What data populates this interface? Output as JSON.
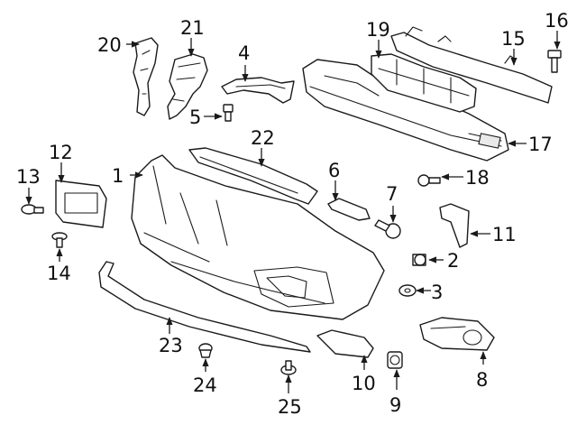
{
  "callouts": [
    {
      "id": "1",
      "label": "1"
    },
    {
      "id": "2",
      "label": "2"
    },
    {
      "id": "3",
      "label": "3"
    },
    {
      "id": "4",
      "label": "4"
    },
    {
      "id": "5",
      "label": "5"
    },
    {
      "id": "6",
      "label": "6"
    },
    {
      "id": "7",
      "label": "7"
    },
    {
      "id": "8",
      "label": "8"
    },
    {
      "id": "9",
      "label": "9"
    },
    {
      "id": "10",
      "label": "10"
    },
    {
      "id": "11",
      "label": "11"
    },
    {
      "id": "12",
      "label": "12"
    },
    {
      "id": "13",
      "label": "13"
    },
    {
      "id": "14",
      "label": "14"
    },
    {
      "id": "15",
      "label": "15"
    },
    {
      "id": "16",
      "label": "16"
    },
    {
      "id": "17",
      "label": "17"
    },
    {
      "id": "18",
      "label": "18"
    },
    {
      "id": "19",
      "label": "19"
    },
    {
      "id": "20",
      "label": "20"
    },
    {
      "id": "21",
      "label": "21"
    },
    {
      "id": "22",
      "label": "22"
    },
    {
      "id": "23",
      "label": "23"
    },
    {
      "id": "24",
      "label": "24"
    },
    {
      "id": "25",
      "label": "25"
    }
  ],
  "colors": {
    "line": "#1a1a1a",
    "background": "#ffffff",
    "label": "#111111"
  }
}
